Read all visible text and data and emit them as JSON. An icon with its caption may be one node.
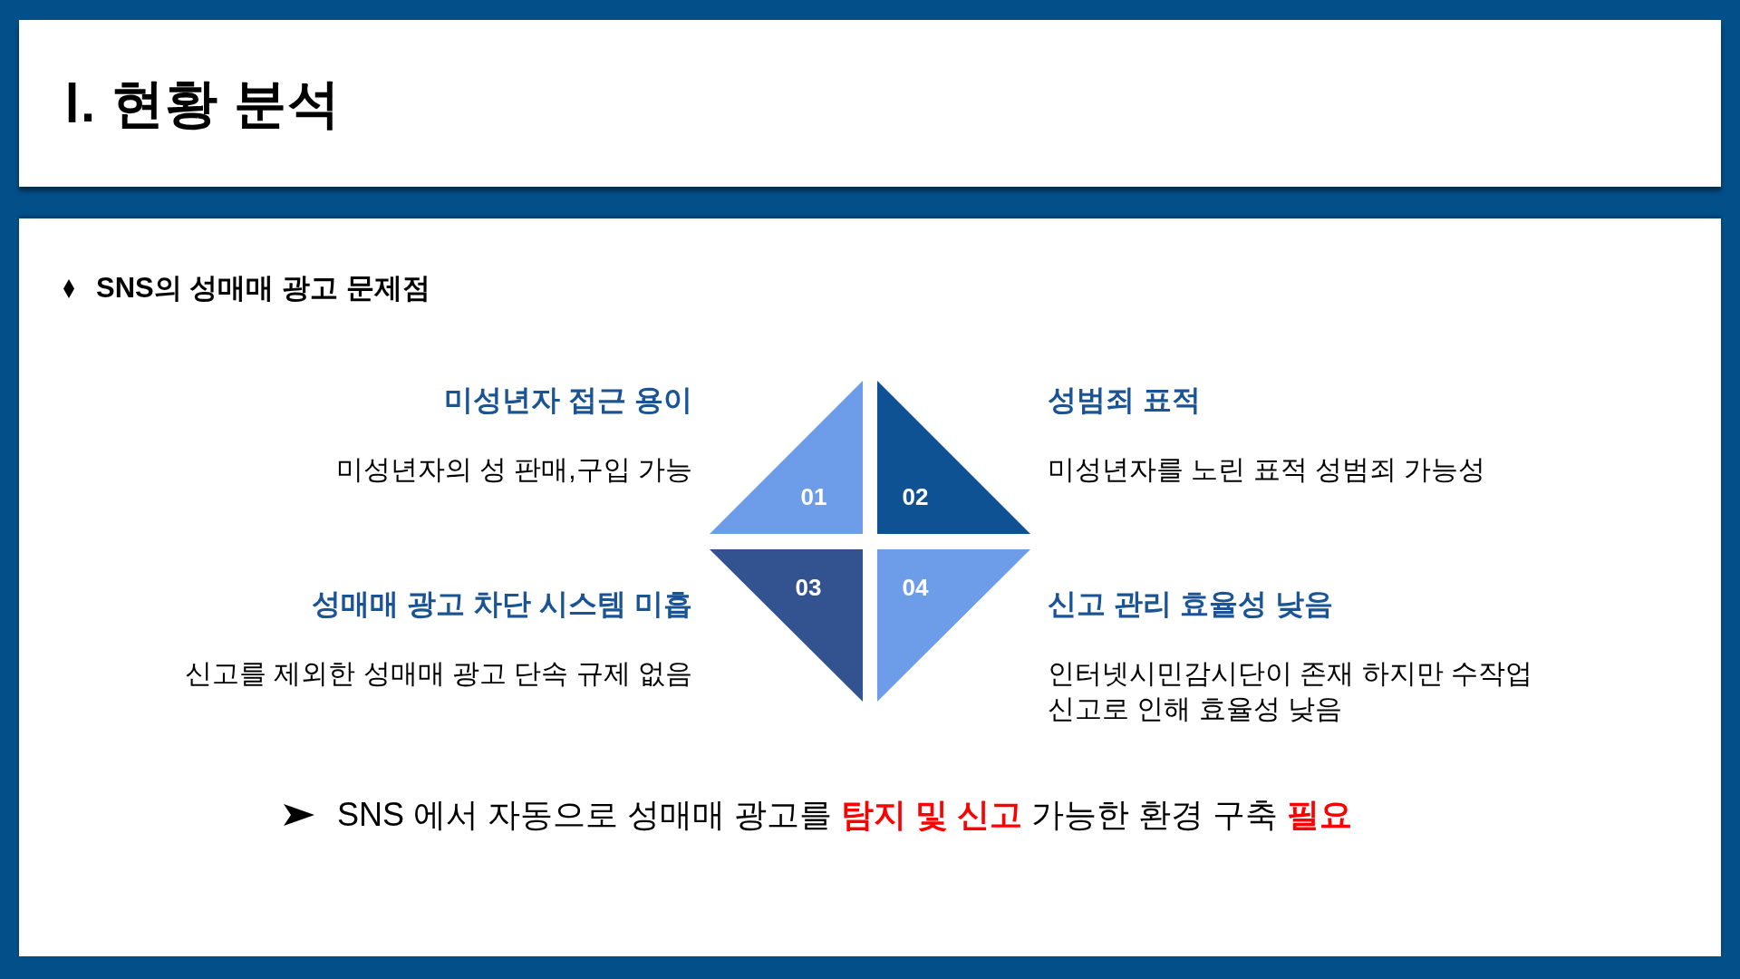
{
  "diagram": {
    "title": "Ⅰ. 현황 분석",
    "nodes": [
      {
        "text": [
          "01"
        ],
        "beside": [
          "미성년자 접근 용이",
          "미성년자의 성 판매,구입 가능"
        ]
      },
      {
        "text": [
          "02"
        ],
        "beside": [
          "성범죄 표적",
          "미성년자를 노린 표적 성범죄 가능성"
        ]
      },
      {
        "text": [
          "03"
        ],
        "beside": [
          "성매매 광고 차단 시스템 미흡",
          "신고를 제외한 성매매 광고 단속 규제 없음"
        ]
      },
      {
        "text": [
          "04"
        ],
        "beside": [
          "신고 관리 효율성 낮음",
          "인터넷시민감시단이 존재 하지만 수작업 신고로 인해 효율성 낮음"
        ]
      }
    ],
    "labels": [
      "SNS의 성매매 광고 문제점",
      "SNS 에서 자동으로 성매매 광고를 **탐지 및 신고** 가능한 환경 구축 **필요**"
    ]
  }
}
